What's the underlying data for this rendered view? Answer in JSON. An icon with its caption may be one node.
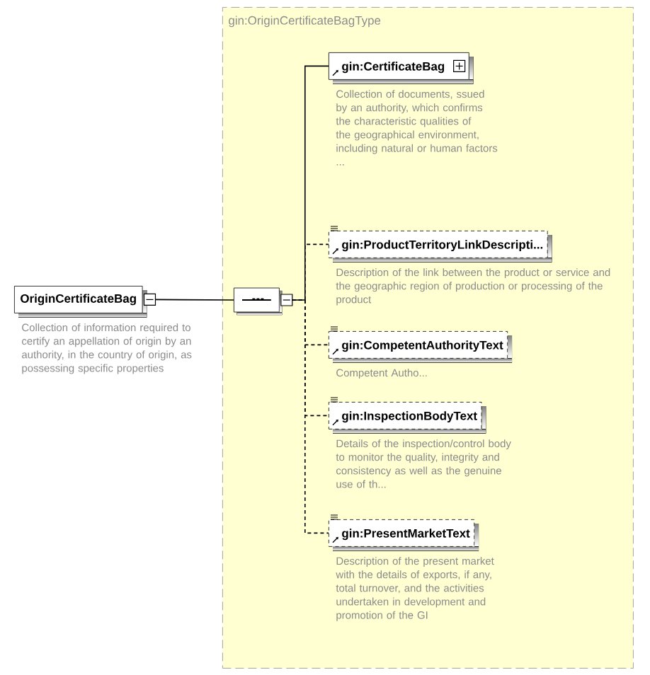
{
  "diagram": {
    "nodes": [
      {
        "text": [
          "gin:OriginCertificateBagType"
        ]
      },
      {
        "text": [
          "OriginCertificateBag"
        ],
        "beside": [
          "Collection of information required to certify an appellation of origin by an authority, in the country of origin, as possessing specific properties"
        ]
      },
      {
        "text": [],
        "shape": "octagon",
        "in": 0
      },
      {
        "text": [
          "gin:CertificateBag"
        ],
        "in": 0,
        "beside": [
          "Collection of documents, ssued by an authority, which confirms the characteristic qualities of the geographical environment, including natural or human factors ..."
        ]
      },
      {
        "text": [
          "gin:ProductTerritoryLinkDescripti..."
        ],
        "in": 0,
        "beside": [
          "Description of the link between the product or service and the geographic region of production or processing of the product"
        ]
      },
      {
        "text": [
          "gin:CompetentAuthorityText"
        ],
        "in": 0,
        "beside": [
          "Competent Autho..."
        ]
      },
      {
        "text": [
          "gin:InspectionBodyText"
        ],
        "in": 0,
        "beside": [
          "Details of the inspection/control body to monitor the quality, integrity and consistency as well as the genuine use of th..."
        ]
      },
      {
        "text": [
          "gin:PresentMarketText"
        ],
        "in": 0,
        "beside": [
          "Description of the present market with the details of exports, if any, total turnover, and the activities undertaken in development and promotion of the GI"
        ]
      }
    ],
    "edges": [
      {
        "from": 1,
        "to": 2,
        "arrow": "none"
      },
      {
        "from": 2,
        "to": 3,
        "arrow": "none"
      },
      {
        "from": 2,
        "to": 4,
        "arrow": "none",
        "style": "dashed"
      },
      {
        "from": 2,
        "to": 5,
        "arrow": "none",
        "style": "dashed"
      },
      {
        "from": 2,
        "to": 6,
        "arrow": "none",
        "style": "dashed"
      },
      {
        "from": 2,
        "to": 7,
        "arrow": "none",
        "style": "dashed"
      }
    ]
  }
}
